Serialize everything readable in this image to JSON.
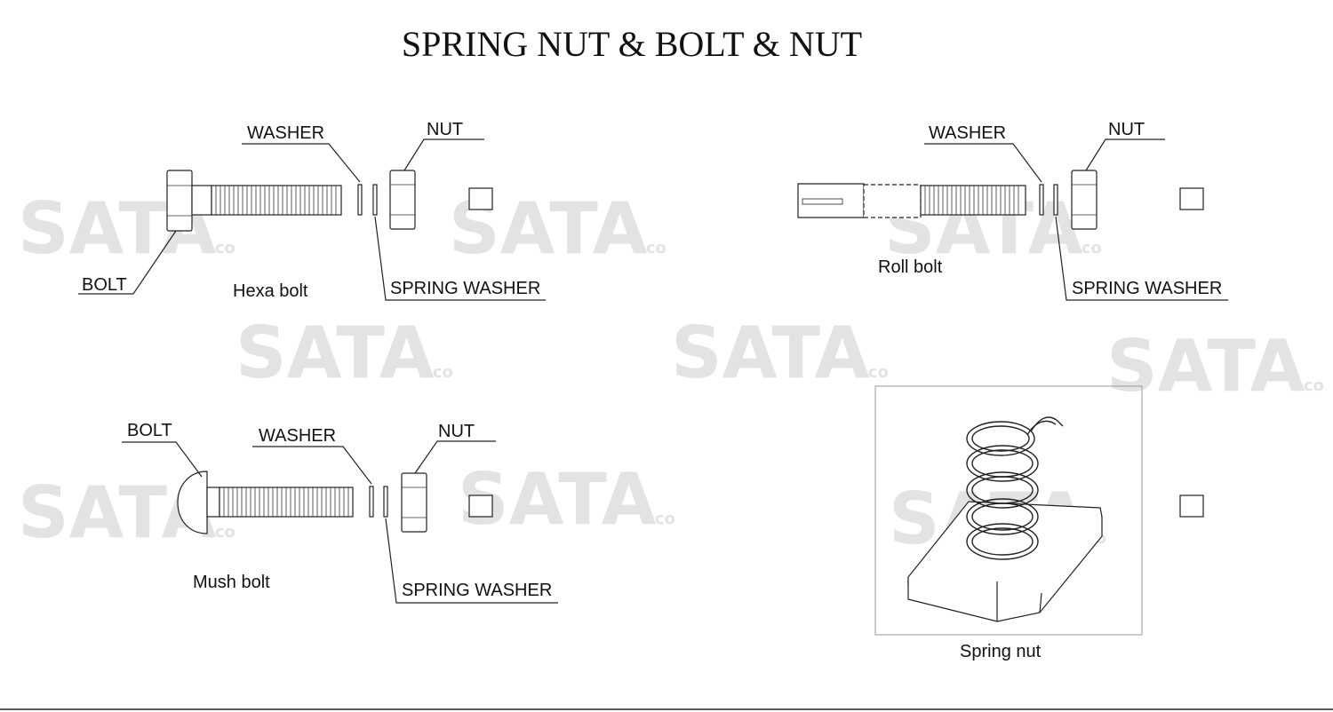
{
  "title": "SPRING NUT & BOLT & NUT",
  "watermark": {
    "brand": "SATA",
    "suffix": ".co"
  },
  "labels": {
    "bolt": "BOLT",
    "washer": "WASHER",
    "nut": "NUT",
    "spring_washer": "SPRING WASHER"
  },
  "assemblies": {
    "hexa": {
      "caption": "Hexa bolt"
    },
    "roll": {
      "caption": "Roll bolt"
    },
    "mush": {
      "caption": "Mush bolt"
    },
    "spring_nut": {
      "caption": "Spring nut"
    }
  },
  "colors": {
    "line": "#222222",
    "watermark": "#e3e3e3",
    "background": "#ffffff"
  }
}
